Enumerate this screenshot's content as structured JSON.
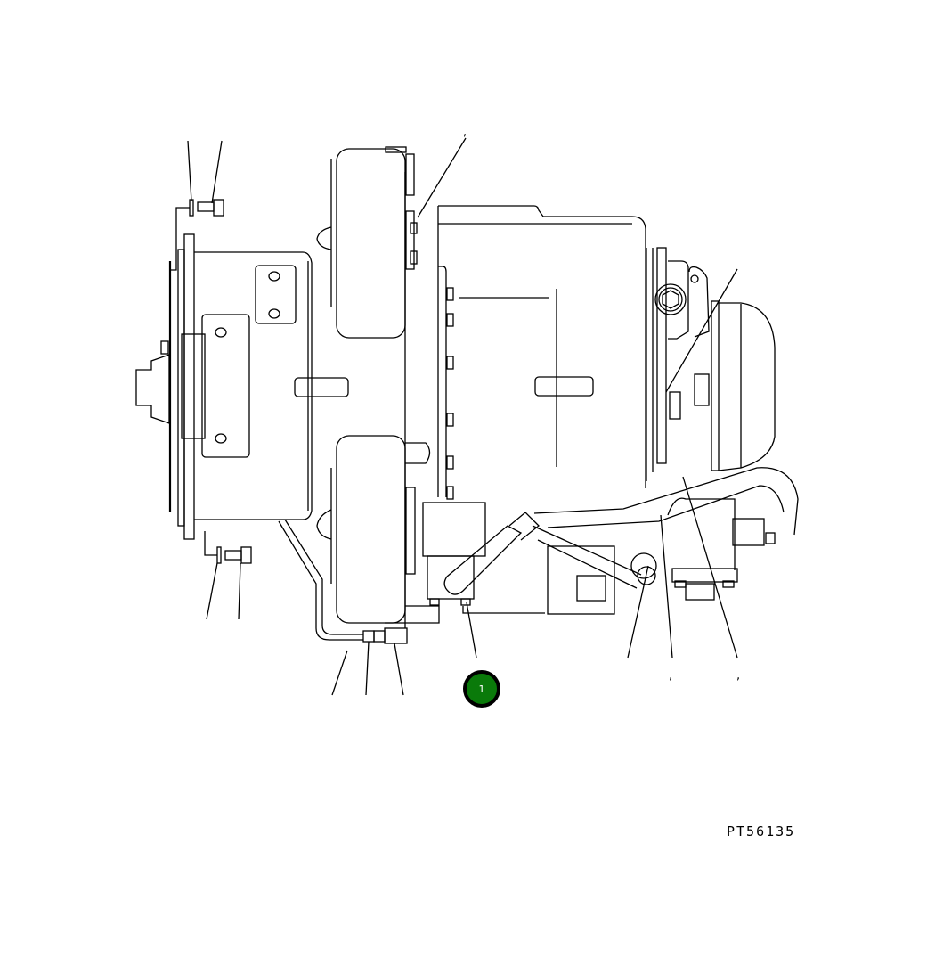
{
  "diagram": {
    "type": "parts-exploded-view",
    "figure_code": "PT56135",
    "callouts": [
      {
        "label": "1",
        "color": "#0a7a0a",
        "border_color": "#000000"
      }
    ],
    "leader_marks": [
      {
        "glyph": ","
      },
      {
        "glyph": ","
      },
      {
        "glyph": ","
      }
    ]
  }
}
